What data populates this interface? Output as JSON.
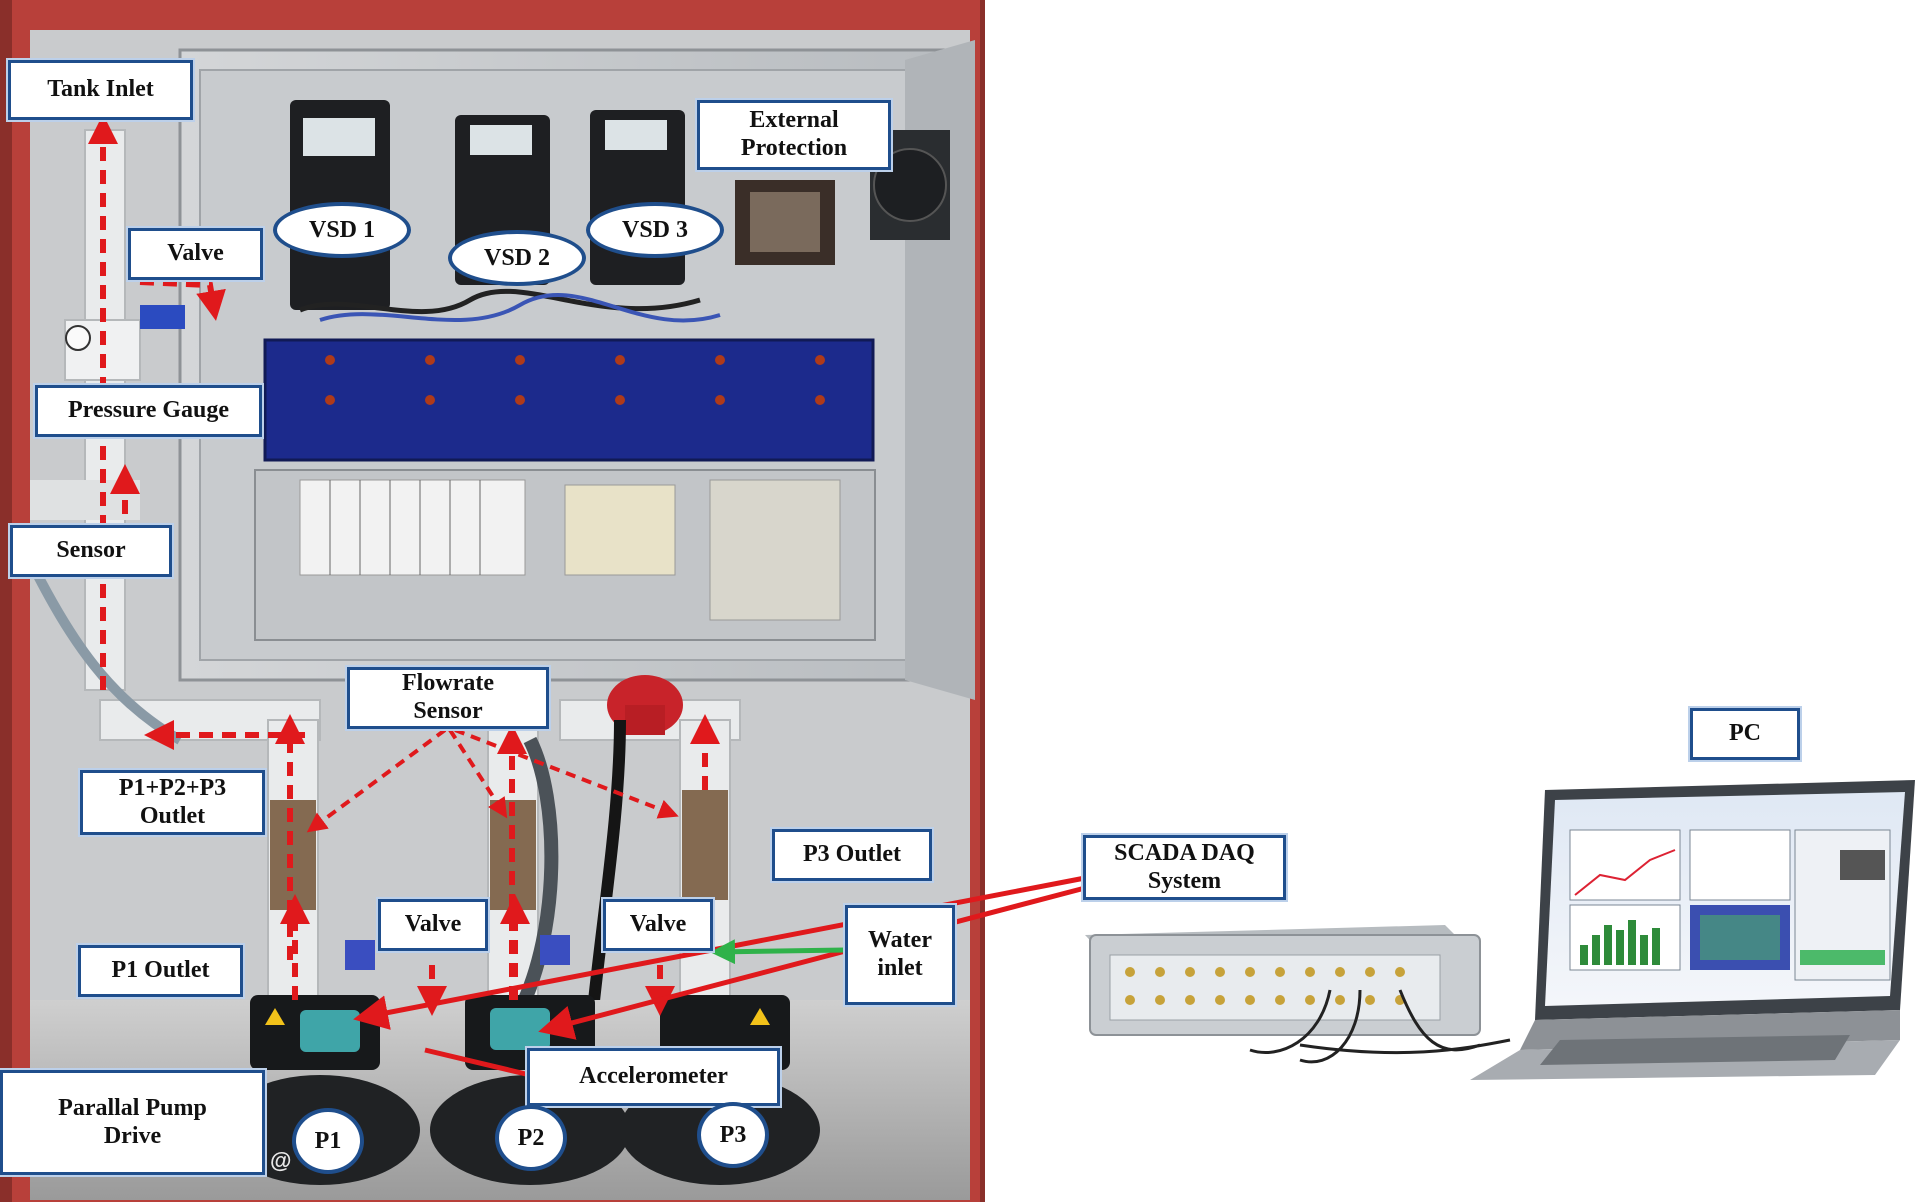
{
  "labels": {
    "tank_inlet": "Tank Inlet",
    "valve_top": "Valve",
    "pressure_gauge": "Pressure Gauge",
    "sensor": "Sensor",
    "external_protection": "External\nProtection",
    "flowrate_sensor": "Flowrate\nSensor",
    "combined_outlet": "P1+P2+P3\nOutlet",
    "p3_outlet": "P3 Outlet",
    "p1_outlet": "P1 Outlet",
    "valve_mid1": "Valve",
    "valve_mid2": "Valve",
    "water_inlet": "Water\ninlet",
    "accelerometer": "Accelerometer",
    "parallel_pump_drive": "Parallal Pump\nDrive",
    "scada_daq": "SCADA DAQ\nSystem",
    "pc": "PC"
  },
  "vsd_labels": [
    "VSD 1",
    "VSD 2",
    "VSD 3"
  ],
  "pump_labels": [
    "P1",
    "P2",
    "P3"
  ],
  "watermark": "@",
  "colors": {
    "label_border": "#1f4e8c",
    "flow_arrow": "#e0191c",
    "water_inlet_arrow": "#2fb24a",
    "cabinet_frame": "#b23c36",
    "panel_blue": "#1c2a8c"
  }
}
